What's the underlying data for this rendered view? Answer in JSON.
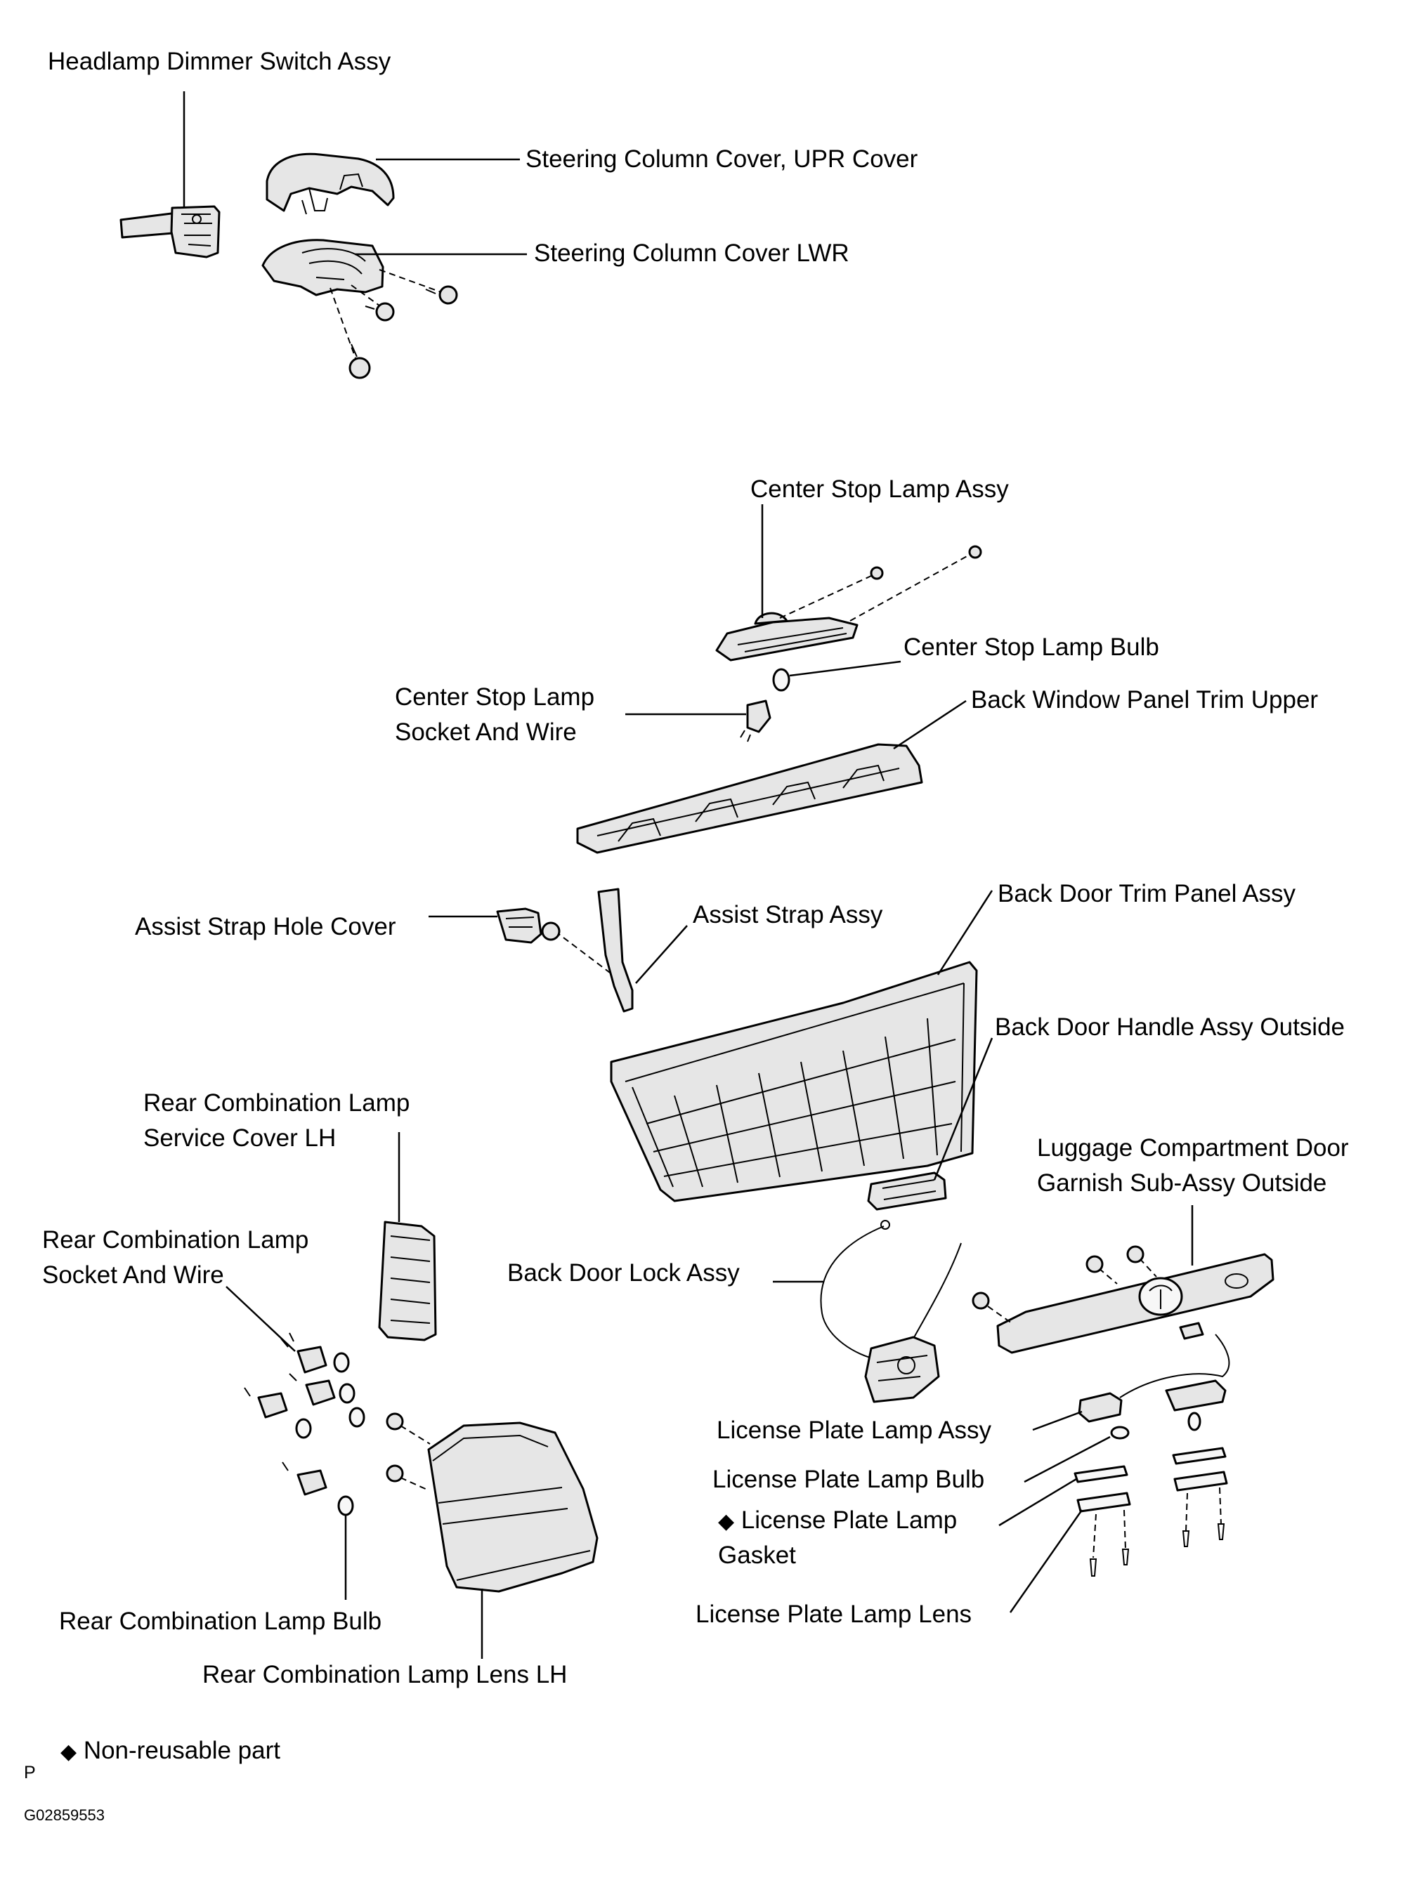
{
  "labels": {
    "headlamp_dimmer_switch": "Headlamp Dimmer Switch Assy",
    "steering_cover_upper": "Steering Column Cover, UPR Cover",
    "steering_cover_lower": "Steering Column Cover LWR",
    "center_stop_lamp": "Center Stop Lamp Assy",
    "center_stop_lamp_bulb": "Center Stop Lamp Bulb",
    "center_stop_socket_line1": "Center Stop Lamp",
    "center_stop_socket_line2": "Socket And Wire",
    "back_window_trim": "Back Window Panel Trim Upper",
    "assist_strap_hole_cover": "Assist Strap Hole Cover",
    "assist_strap": "Assist Strap Assy",
    "back_door_trim": "Back Door Trim Panel Assy",
    "back_door_handle": "Back Door Handle Assy Outside",
    "rear_combo_service_line1": "Rear Combination Lamp",
    "rear_combo_service_line2": "Service Cover LH",
    "luggage_garnish_line1": "Luggage Compartment Door",
    "luggage_garnish_line2": "Garnish Sub-Assy Outside",
    "rear_combo_socket_line1": "Rear Combination Lamp",
    "rear_combo_socket_line2": "Socket And Wire",
    "back_door_lock": "Back Door Lock Assy",
    "license_lamp": "License Plate Lamp Assy",
    "license_lamp_bulb": "License Plate Lamp Bulb",
    "license_gasket_line1": "License Plate Lamp",
    "license_gasket_line2": "Gasket",
    "license_lens": "License Plate Lamp Lens",
    "rear_combo_bulb": "Rear Combination Lamp Bulb",
    "rear_combo_lens": "Rear Combination Lamp Lens LH"
  },
  "legend": {
    "symbol": "◆",
    "text": "Non-reusable part"
  },
  "footer": {
    "page_marker": "P",
    "figure_id": "G02859553"
  },
  "icons": {
    "non_reusable": "diamond-icon"
  }
}
